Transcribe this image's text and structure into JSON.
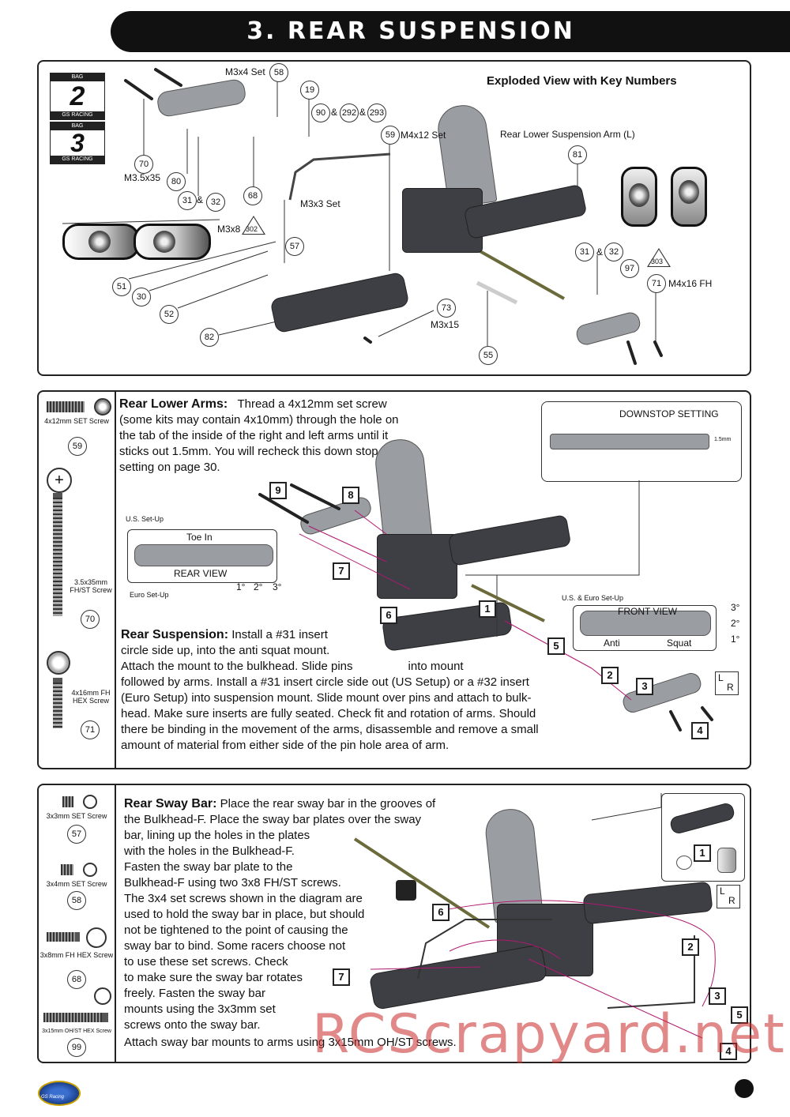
{
  "header": {
    "title": "3. REAR SUSPENSION"
  },
  "exploded": {
    "title": "Exploded View with Key Numbers",
    "bags": [
      {
        "top": "BAG",
        "num": "2",
        "bottom": "GS RACING"
      },
      {
        "top": "BAG",
        "num": "3",
        "bottom": "GS RACING"
      }
    ],
    "labels": {
      "m3x4": "M3x4 Set",
      "m4x12": "M4x12 Set",
      "arm_l": "Rear Lower Suspension Arm (L)",
      "m35x35": "M3.5x35",
      "m3x3": "M3x3 Set",
      "m3x8": "M3x8",
      "m4x16": "M4x16 FH",
      "m3x15": "M3x15",
      "and": "&"
    },
    "keys": {
      "k58": "58",
      "k19": "19",
      "k90": "90",
      "k292": "292",
      "k293": "293",
      "k59": "59",
      "k81": "81",
      "k70": "70",
      "k80": "80",
      "k31a": "31",
      "k32a": "32",
      "k68": "68",
      "k302": "302",
      "k57": "57",
      "k51": "51",
      "k30": "30",
      "k52": "52",
      "k82": "82",
      "k73": "73",
      "k55": "55",
      "k31b": "31",
      "k32b": "32",
      "k97": "97",
      "k303": "303",
      "k71": "71"
    }
  },
  "lower": {
    "sidebar": {
      "p1_name": "4x12mm SET Screw",
      "p1_num": "59",
      "p2_name": "3.5x35mm FH/ST Screw",
      "p2_num": "70",
      "p3_name": "4x16mm FH HEX Screw",
      "p3_num": "71"
    },
    "arms_title": "Rear Lower Arms:",
    "arms_text_1": "Thread a 4x12mm set screw",
    "arms_text_2": "(some kits may contain 4x10mm) through the hole on",
    "arms_text_3": "the tab of the inside of the right and left arms until it",
    "arms_text_4": "sticks out 1.5mm. You will recheck this down stop",
    "arms_text_5": "setting on page 30.",
    "downstop": "DOWNSTOP SETTING",
    "downstop_mm": "1.5mm",
    "toe_us": "U.S. Set-Up",
    "toe_in": "Toe In",
    "rear_view": "REAR VIEW",
    "euro": "Euro Set-Up",
    "deg1": "1°",
    "deg2": "2°",
    "deg3": "3°",
    "front_us": "U.S. & Euro Set-Up",
    "front_view": "FRONT VIEW",
    "anti": "Anti",
    "squat": "Squat",
    "steps": {
      "s1": "1",
      "s2": "2",
      "s3": "3",
      "s4": "4",
      "s5": "5",
      "s6": "6",
      "s7": "7",
      "s8": "8",
      "s9": "9"
    },
    "susp_title": "Rear Suspension:",
    "susp_1": "Install a #31 insert",
    "susp_2": "circle side up, into the anti squat mount.",
    "susp_3a": "Attach the mount to the bulkhead. Slide pins",
    "susp_3b": "into mount",
    "susp_4": "followed by arms. Install a #31 insert circle side out (US Setup) or a #32 insert",
    "susp_5": "(Euro Setup) into suspension mount. Slide mount over pins and attach to bulk-",
    "susp_6": "head. Make sure inserts are fully seated. Check fit and rotation of arms. Should",
    "susp_7": "there be binding in the movement of the arms, disassemble and remove a small",
    "susp_8": "amount of material from either side of the pin hole area of arm.",
    "lr_l": "L",
    "lr_r": "R"
  },
  "sway": {
    "sidebar": {
      "p1_name": "3x3mm SET Screw",
      "p1_num": "57",
      "p2_name": "3x4mm SET Screw",
      "p2_num": "58",
      "p3_name": "3x8mm FH HEX Screw",
      "p3_num": "68",
      "p4_name": "3x15mm OH/ST HEX Screw",
      "p4_num": "99"
    },
    "title": "Rear Sway Bar:",
    "l1": "Place the rear sway bar in the grooves of",
    "l2": "the Bulkhead-F. Place the sway bar plates over the sway",
    "l3": "bar, lining up the holes in the plates",
    "l4": "with the holes in the Bulkhead-F.",
    "l5": "Fasten the sway bar plate to the",
    "l6": "Bulkhead-F using two 3x8 FH/ST screws.",
    "l7": "The 3x4 set screws shown in the diagram are",
    "l8": "used to hold the sway bar in place, but should",
    "l9": "not be tightened to the point of causing the",
    "l10": "sway bar to bind. Some racers choose not",
    "l11": "to use these set screws. Check",
    "l12": "to make sure the sway bar rotates",
    "l13": "freely. Fasten the sway bar",
    "l14": "mounts using the 3x3mm set",
    "l15": "screws onto the sway bar.",
    "l16": "Attach sway bar mounts to arms using 3x15mm OH/ST screws.",
    "steps": {
      "s1": "1",
      "s2": "2",
      "s3": "3",
      "s4": "4",
      "s5": "5",
      "s6": "6",
      "s7": "7"
    },
    "lr_l": "L",
    "lr_r": "R"
  },
  "footer": {
    "watermark": "RCScrapyard.net",
    "logo": "GS Racing"
  }
}
